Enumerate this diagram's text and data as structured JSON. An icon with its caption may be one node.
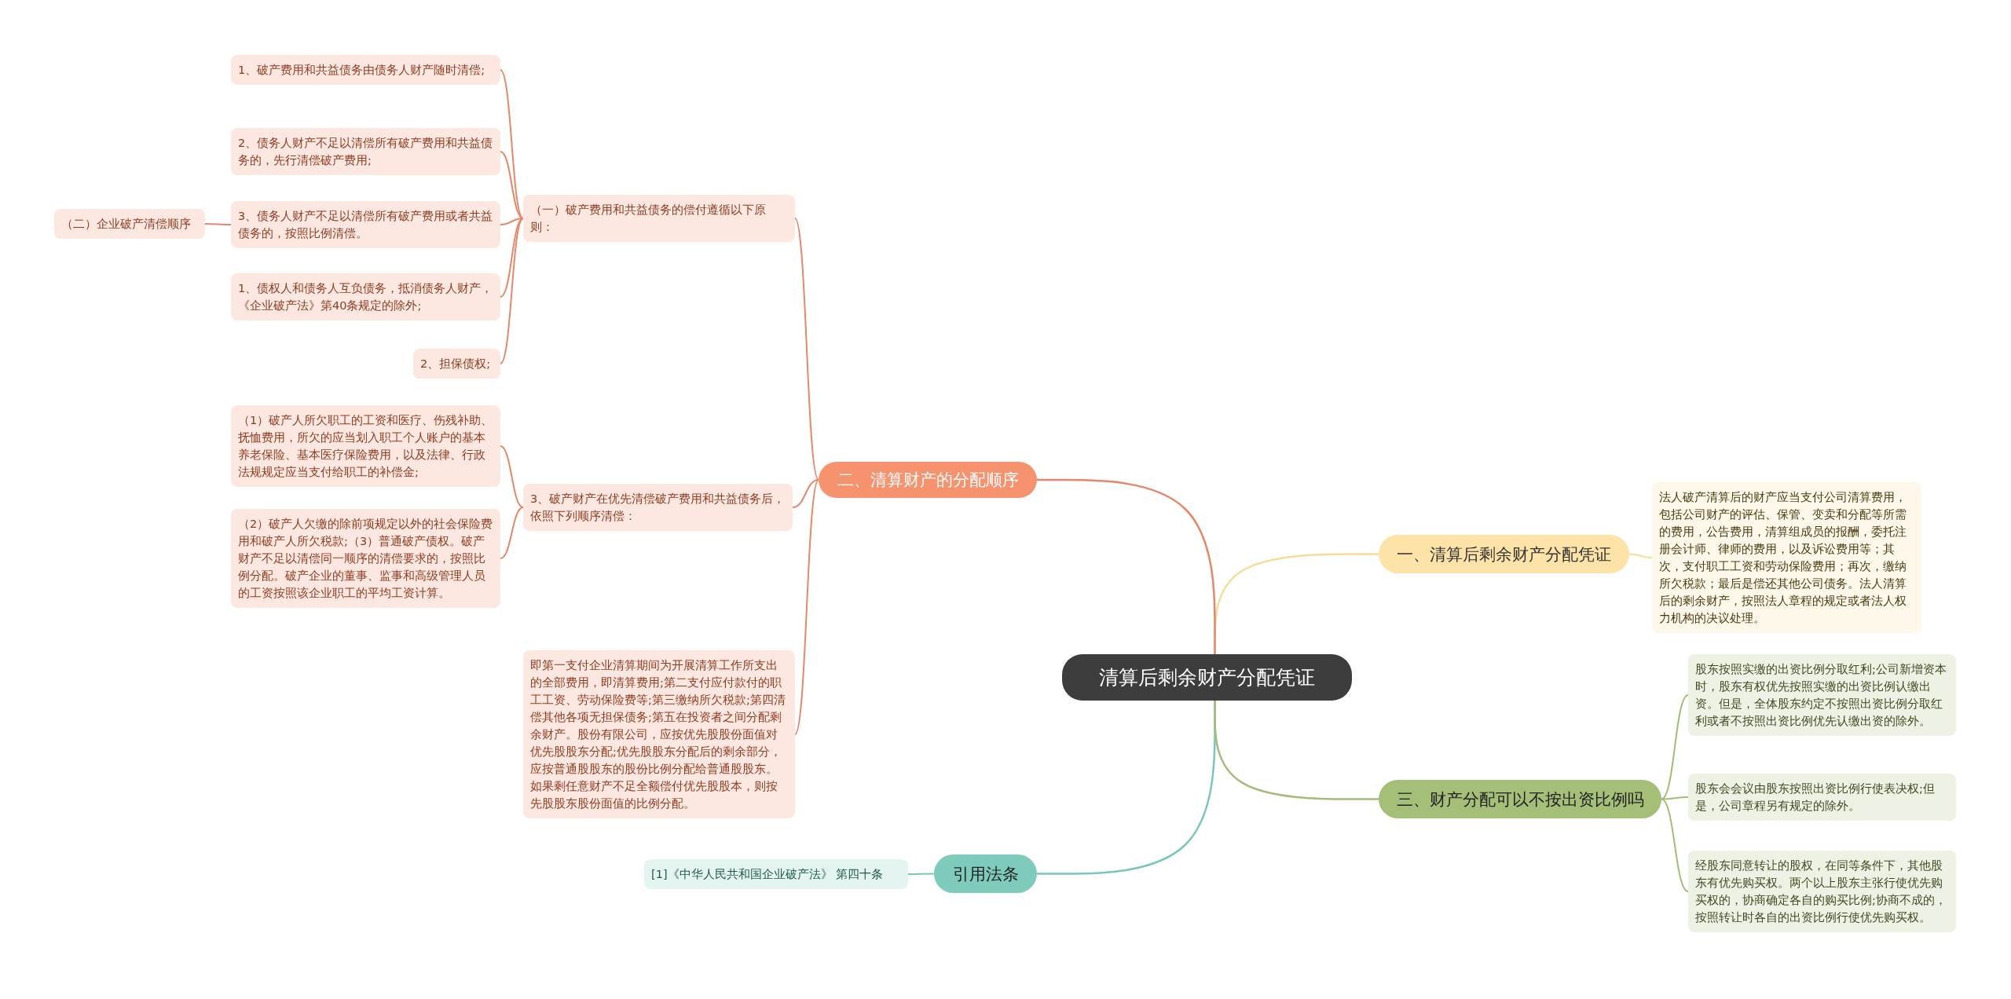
{
  "diagram": {
    "nodes": [
      {
        "text": [
          "清算后剩余财产分配凭证"
        ]
      },
      {
        "text": [
          "一、清算后剩余财产分配凭证"
        ]
      },
      {
        "text": [
          "法人破产清算后的财产应当支付公司清算费用，包括公司财产的评估、保管、变卖和分配等所需的费用，公告费用，清算组成员的报酬，委托注册会计师、律师的费用，以及诉讼费用等；其次，支付职工工资和劳动保险费用；再次，缴纳所欠税款；最后是偿还其他公司债务。法人清算后的剩余财产，按照法人章程的规定或者法人权力机构的决议处理。"
        ]
      },
      {
        "text": [
          "二、清算财产的分配顺序"
        ]
      },
      {
        "text": [
          "（一）破产费用和共益债务的偿付遵循以下原则："
        ]
      },
      {
        "text": [
          "1、破产费用和共益债务由债务人财产随时清偿;"
        ]
      },
      {
        "text": [
          "2、债务人财产不足以清偿所有破产费用和共益债务的，先行清偿破产费用;"
        ]
      },
      {
        "text": [
          "3、债务人财产不足以清偿所有破产费用或者共益债务的，按照比例清偿。"
        ]
      },
      {
        "text": [
          "（二）企业破产清偿顺序"
        ]
      },
      {
        "text": [
          "1、债权人和债务人互负债务，抵消债务人财产，《企业破产法》第40条规定的除外;"
        ]
      },
      {
        "text": [
          "2、担保债权;"
        ]
      },
      {
        "text": [
          "3、破产财产在优先清偿破产费用和共益债务后，依照下列顺序清偿："
        ]
      },
      {
        "text": [
          "（1）破产人所欠职工的工资和医疗、伤残补助、抚恤费用，所欠的应当划入职工个人账户的基本养老保险、基本医疗保险费用，以及法律、行政法规规定应当支付给职工的补偿金;"
        ]
      },
      {
        "text": [
          "（2）破产人欠缴的除前项规定以外的社会保险费用和破产人所欠税款;（3）普通破产债权。破产财产不足以清偿同一顺序的清偿要求的，按照比例分配。破产企业的董事、监事和高级管理人员的工资按照该企业职工的平均工资计算。"
        ]
      },
      {
        "text": [
          "即第一支付企业清算期间为开展清算工作所支出的全部费用，即清算费用;第二支付应付款付的职工工资、劳动保险费等;第三缴纳所欠税款;第四清偿其他各项无担保债务;第五在投资者之间分配剩余财产。股份有限公司，应按优先股股份面值对优先股股东分配;优先股股东分配后的剩余部分，应按普通股股东的股份比例分配给普通股股东。如果剩任意财产不足全额偿付优先股股本，则按先股股东股份面值的比例分配。"
        ]
      },
      {
        "text": [
          "引用法条"
        ]
      },
      {
        "text": [
          "[1]《中华人民共和国企业破产法》 第四十条"
        ]
      },
      {
        "text": [
          "三、财产分配可以不按出资比例吗"
        ]
      },
      {
        "text": [
          "股东按照实缴的出资比例分取红利;公司新增资本时，股东有权优先按照实缴的出资比例认缴出资。但是，全体股东约定不按照出资比例分取红利或者不按照出资比例优先认缴出资的除外。"
        ]
      },
      {
        "text": [
          "股东会会议由股东按照出资比例行使表决权;但是，公司章程另有规定的除外。"
        ]
      },
      {
        "text": [
          "经股东同意转让的股权，在同等条件下，其他股东有优先购买权。两个以上股东主张行使优先购买权的，协商确定各自的购买比例;协商不成的，按照转让时各自的出资比例行使优先购买权。"
        ]
      }
    ],
    "edges": [
      {
        "from": 0,
        "to": 1,
        "arrow": "none",
        "color": "#f9dc9a"
      },
      {
        "from": 1,
        "to": 2,
        "arrow": "none",
        "color": "#f9dc9a"
      },
      {
        "from": 0,
        "to": 3,
        "arrow": "none"
      },
      {
        "from": 3,
        "to": 4,
        "arrow": "none"
      },
      {
        "from": 4,
        "to": 5,
        "arrow": "none"
      },
      {
        "from": 4,
        "to": 6,
        "arrow": "none"
      },
      {
        "from": 4,
        "to": 7,
        "arrow": "none"
      },
      {
        "from": 7,
        "to": 8,
        "arrow": "none"
      },
      {
        "from": 4,
        "to": 9,
        "arrow": "none"
      },
      {
        "from": 4,
        "to": 10,
        "arrow": "none"
      },
      {
        "from": 3,
        "to": 11,
        "arrow": "none"
      },
      {
        "from": 11,
        "to": 12,
        "arrow": "none"
      },
      {
        "from": 11,
        "to": 13,
        "arrow": "none"
      },
      {
        "from": 3,
        "to": 14,
        "arrow": "none"
      },
      {
        "from": 0,
        "to": 15,
        "arrow": "none",
        "color": "#7cc6b8"
      },
      {
        "from": 15,
        "to": 16,
        "arrow": "none",
        "color": "#7cc6b8"
      },
      {
        "from": 0,
        "to": 17,
        "arrow": "none",
        "color": "#a5bb7a"
      },
      {
        "from": 17,
        "to": 18,
        "arrow": "none",
        "color": "#a5bb7a"
      },
      {
        "from": 17,
        "to": 19,
        "arrow": "none",
        "color": "#a5bb7a"
      },
      {
        "from": 17,
        "to": 20,
        "arrow": "none",
        "color": "#a5bb7a"
      }
    ]
  }
}
